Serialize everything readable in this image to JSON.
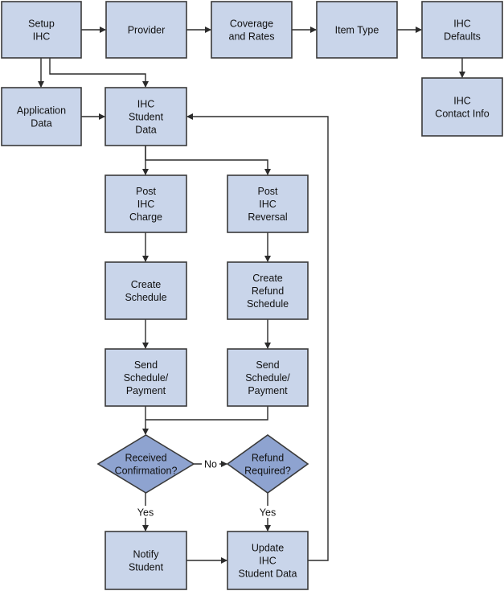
{
  "nodes": [
    {
      "id": "setup-ihc",
      "shape": "box",
      "lines": [
        "Setup",
        "IHC"
      ]
    },
    {
      "id": "provider",
      "shape": "box",
      "lines": [
        "Provider"
      ]
    },
    {
      "id": "coverage-and-rates",
      "shape": "box",
      "lines": [
        "Coverage",
        "and Rates"
      ]
    },
    {
      "id": "item-type",
      "shape": "box",
      "lines": [
        "Item Type"
      ]
    },
    {
      "id": "ihc-defaults",
      "shape": "box",
      "lines": [
        "IHC",
        "Defaults"
      ]
    },
    {
      "id": "ihc-contact-info",
      "shape": "box",
      "lines": [
        "IHC",
        "Contact Info"
      ]
    },
    {
      "id": "application-data",
      "shape": "box",
      "lines": [
        "Application",
        "Data"
      ]
    },
    {
      "id": "ihc-student-data",
      "shape": "box",
      "lines": [
        "IHC",
        "Student",
        "Data"
      ]
    },
    {
      "id": "post-ihc-charge",
      "shape": "box",
      "lines": [
        "Post",
        "IHC",
        "Charge"
      ]
    },
    {
      "id": "post-ihc-reversal",
      "shape": "box",
      "lines": [
        "Post",
        "IHC",
        "Reversal"
      ]
    },
    {
      "id": "create-schedule",
      "shape": "box",
      "lines": [
        "Create",
        "Schedule"
      ]
    },
    {
      "id": "create-refund-schedule",
      "shape": "box",
      "lines": [
        "Create",
        "Refund",
        "Schedule"
      ]
    },
    {
      "id": "send-schedule-payment-left",
      "shape": "box",
      "lines": [
        "Send",
        "Schedule/",
        "Payment"
      ]
    },
    {
      "id": "send-schedule-payment-right",
      "shape": "box",
      "lines": [
        "Send",
        "Schedule/",
        "Payment"
      ]
    },
    {
      "id": "received-confirmation",
      "shape": "diamond",
      "lines": [
        "Received",
        "Confirmation?"
      ]
    },
    {
      "id": "refund-required",
      "shape": "diamond",
      "lines": [
        "Refund",
        "Required?"
      ]
    },
    {
      "id": "notify-student",
      "shape": "box",
      "lines": [
        "Notify",
        "Student"
      ]
    },
    {
      "id": "update-ihc-student-data",
      "shape": "box",
      "lines": [
        "Update",
        "IHC",
        "Student Data"
      ]
    }
  ],
  "edges": [
    {
      "from": "setup-ihc",
      "to": "provider",
      "label": ""
    },
    {
      "from": "provider",
      "to": "coverage-and-rates",
      "label": ""
    },
    {
      "from": "coverage-and-rates",
      "to": "item-type",
      "label": ""
    },
    {
      "from": "item-type",
      "to": "ihc-defaults",
      "label": ""
    },
    {
      "from": "ihc-defaults",
      "to": "ihc-contact-info",
      "label": ""
    },
    {
      "from": "setup-ihc",
      "to": "application-data",
      "label": ""
    },
    {
      "from": "setup-ihc",
      "to": "ihc-student-data",
      "label": ""
    },
    {
      "from": "application-data",
      "to": "ihc-student-data",
      "label": ""
    },
    {
      "from": "ihc-student-data",
      "to": "post-ihc-charge",
      "label": ""
    },
    {
      "from": "ihc-student-data",
      "to": "post-ihc-reversal",
      "label": ""
    },
    {
      "from": "post-ihc-charge",
      "to": "create-schedule",
      "label": ""
    },
    {
      "from": "post-ihc-reversal",
      "to": "create-refund-schedule",
      "label": ""
    },
    {
      "from": "create-schedule",
      "to": "send-schedule-payment-left",
      "label": ""
    },
    {
      "from": "create-refund-schedule",
      "to": "send-schedule-payment-right",
      "label": ""
    },
    {
      "from": "send-schedule-payment-left",
      "to": "received-confirmation",
      "label": ""
    },
    {
      "from": "send-schedule-payment-right",
      "to": "received-confirmation",
      "label": ""
    },
    {
      "from": "received-confirmation",
      "to": "refund-required",
      "label": "No"
    },
    {
      "from": "received-confirmation",
      "to": "notify-student",
      "label": "Yes"
    },
    {
      "from": "refund-required",
      "to": "update-ihc-student-data",
      "label": "Yes"
    },
    {
      "from": "notify-student",
      "to": "update-ihc-student-data",
      "label": ""
    },
    {
      "from": "update-ihc-student-data",
      "to": "ihc-student-data",
      "label": ""
    }
  ],
  "colors": {
    "box_fill": "#c9d5ea",
    "diamond_fill": "#8ea3d0",
    "outline": "#3a3a3a",
    "connector": "#2b2b2b"
  }
}
